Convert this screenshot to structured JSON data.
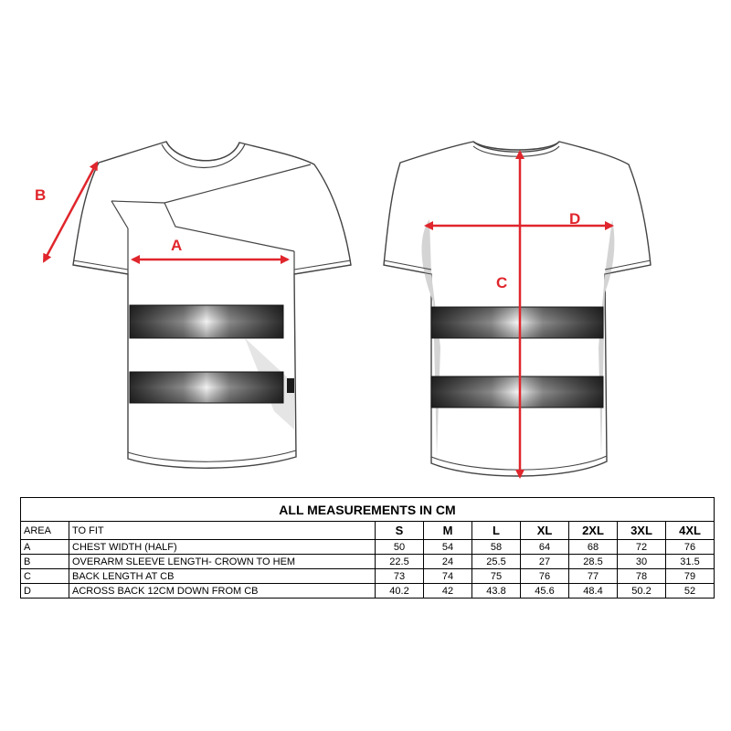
{
  "diagram": {
    "labels": {
      "a": "A",
      "b": "B",
      "c": "C",
      "d": "D"
    },
    "colors": {
      "arrow": "#e0262c",
      "outline": "#444444",
      "band": "#2b2b2b",
      "panel": "#d4d4d4"
    }
  },
  "table": {
    "title": "ALL MEASUREMENTS IN CM",
    "headers": [
      "AREA",
      "TO FIT",
      "S",
      "M",
      "L",
      "XL",
      "2XL",
      "3XL",
      "4XL"
    ],
    "rows": [
      [
        "A",
        "CHEST WIDTH (HALF)",
        "50",
        "54",
        "58",
        "64",
        "68",
        "72",
        "76"
      ],
      [
        "B",
        "OVERARM SLEEVE LENGTH- CROWN TO HEM",
        "22.5",
        "24",
        "25.5",
        "27",
        "28.5",
        "30",
        "31.5"
      ],
      [
        "C",
        "BACK LENGTH AT CB",
        "73",
        "74",
        "75",
        "76",
        "77",
        "78",
        "79"
      ],
      [
        "D",
        "ACROSS BACK 12CM DOWN FROM CB",
        "40.2",
        "42",
        "43.8",
        "45.6",
        "48.4",
        "50.2",
        "52"
      ]
    ]
  }
}
